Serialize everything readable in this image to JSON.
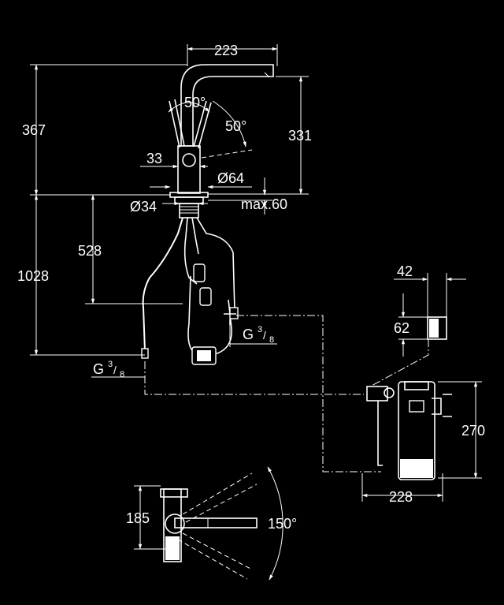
{
  "dimensions": {
    "d223": "223",
    "d367": "367",
    "d331": "331",
    "a50_left": "50°",
    "a50_right": "50°",
    "d33": "33",
    "d64": "Ø64",
    "d34": "Ø34",
    "max60": "max.60",
    "d528": "528",
    "d1028": "1028",
    "d42": "42",
    "d62": "62",
    "d270": "270",
    "d228": "228",
    "d185": "185",
    "a150": "150°"
  },
  "thread_labels": {
    "left": {
      "letter": "G",
      "num": "3",
      "den": "8"
    },
    "right": {
      "letter": "G",
      "num": "3",
      "den": "8"
    }
  }
}
